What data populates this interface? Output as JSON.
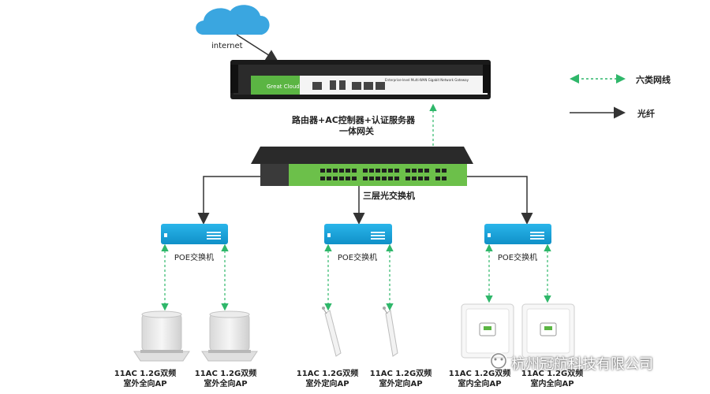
{
  "legend": {
    "cat6_label": "六类网线",
    "fiber_label": "光纤"
  },
  "cloud": {
    "label": "internet"
  },
  "gateway": {
    "brand": "Great Cloud",
    "model_text": "Enterprise-level Multi-WAN Gigabit Network Gateway",
    "caption_line1": "路由器+AC控制器+认证服务器",
    "caption_line2": "一体网关"
  },
  "core_switch": {
    "caption": "三层光交换机"
  },
  "poe_switches": [
    {
      "label": "POE交换机"
    },
    {
      "label": "POE交换机"
    },
    {
      "label": "POE交换机"
    }
  ],
  "aps": [
    {
      "line1": "11AC 1.2G双频",
      "line2": "室外全向AP",
      "kind": "outdoor-omni"
    },
    {
      "line1": "11AC 1.2G双频",
      "line2": "室外全向AP",
      "kind": "outdoor-omni"
    },
    {
      "line1": "11AC 1.2G双频",
      "line2": "室外定向AP",
      "kind": "outdoor-directional"
    },
    {
      "line1": "11AC 1.2G双频",
      "line2": "室外定向AP",
      "kind": "outdoor-directional"
    },
    {
      "line1": "11AC 1.2G双频",
      "line2": "室内全向AP",
      "kind": "indoor-omni"
    },
    {
      "line1": "11AC 1.2G双频",
      "line2": "室内全向AP",
      "kind": "indoor-omni"
    }
  ],
  "watermark": {
    "text": "杭州冠航科技有限公司"
  },
  "colors": {
    "cloud": "#3aa6e0",
    "gateway_green": "#5bb543",
    "switch_green": "#6cc04a",
    "poe_blue": "#18a4dc",
    "cat6_line": "#2fb76a",
    "fiber_line": "#333333"
  }
}
